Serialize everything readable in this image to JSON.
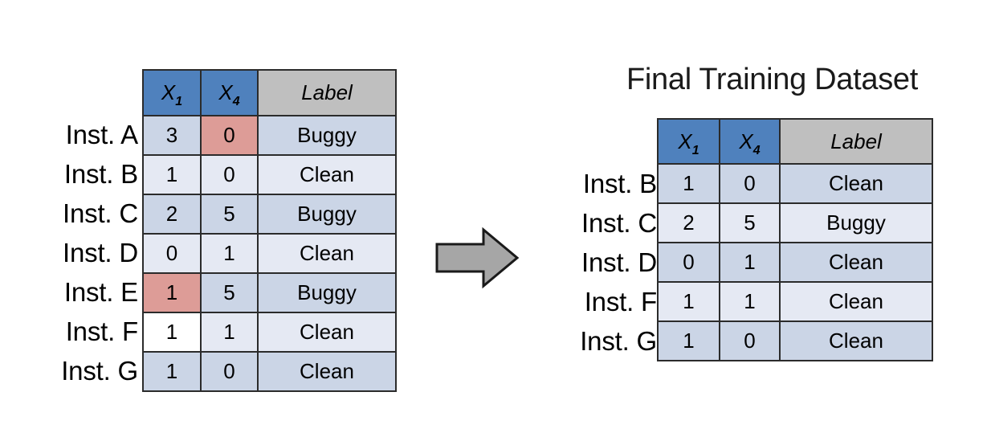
{
  "figure": {
    "arrow_icon": "right-block-arrow",
    "arrow_color": "#a6a6a6",
    "arrow_outline": "#1a1a1a"
  },
  "colors": {
    "header_variable_bg": "#4f81bd",
    "header_label_bg": "#bfbfbf",
    "row_dark": "#cbd5e6",
    "row_light": "#e5e9f3",
    "row_white": "#ffffff",
    "highlight_red": "#dd9c97",
    "border": "#2b2b2b"
  },
  "left_table": {
    "title": "",
    "columns": [
      {
        "name": "X",
        "subscript": "1",
        "style": "variable"
      },
      {
        "name": "X",
        "subscript": "4",
        "style": "variable"
      },
      {
        "name": "Label",
        "subscript": "",
        "style": "label"
      }
    ],
    "rows": [
      {
        "label": "Inst.  A",
        "x1": "3",
        "x4": "0",
        "result": "Buggy",
        "x1_fill": "dark",
        "x4_fill": "red",
        "result_fill": "dark",
        "bold": true
      },
      {
        "label": "Inst. B",
        "x1": "1",
        "x4": "0",
        "result": "Clean",
        "x1_fill": "light",
        "x4_fill": "light",
        "result_fill": "light",
        "bold": false
      },
      {
        "label": "Inst. C",
        "x1": "2",
        "x4": "5",
        "result": "Buggy",
        "x1_fill": "dark",
        "x4_fill": "dark",
        "result_fill": "dark",
        "bold": true
      },
      {
        "label": "Inst. D",
        "x1": "0",
        "x4": "1",
        "result": "Clean",
        "x1_fill": "light",
        "x4_fill": "light",
        "result_fill": "light",
        "bold": false
      },
      {
        "label": "Inst. E",
        "x1": "1",
        "x4": "5",
        "result": "Buggy",
        "x1_fill": "red",
        "x4_fill": "dark",
        "result_fill": "dark",
        "bold": true
      },
      {
        "label": "Inst. F",
        "x1": "1",
        "x4": "1",
        "result": "Clean",
        "x1_fill": "white",
        "x4_fill": "light",
        "result_fill": "light",
        "bold": false
      },
      {
        "label": "Inst. G",
        "x1": "1",
        "x4": "0",
        "result": "Clean",
        "x1_fill": "dark",
        "x4_fill": "dark",
        "result_fill": "dark",
        "bold": false
      }
    ]
  },
  "right_table": {
    "title": "Final Training Dataset",
    "columns": [
      {
        "name": "X",
        "subscript": "1",
        "style": "variable"
      },
      {
        "name": "X",
        "subscript": "4",
        "style": "variable"
      },
      {
        "name": "Label",
        "subscript": "",
        "style": "label"
      }
    ],
    "rows": [
      {
        "label": "Inst. B",
        "x1": "1",
        "x4": "0",
        "result": "Clean",
        "x1_fill": "dark",
        "x4_fill": "dark",
        "result_fill": "dark",
        "bold": false
      },
      {
        "label": "Inst. C",
        "x1": "2",
        "x4": "5",
        "result": "Buggy",
        "x1_fill": "light",
        "x4_fill": "light",
        "result_fill": "light",
        "bold": true
      },
      {
        "label": "Inst. D",
        "x1": "0",
        "x4": "1",
        "result": "Clean",
        "x1_fill": "dark",
        "x4_fill": "dark",
        "result_fill": "dark",
        "bold": false
      },
      {
        "label": "Inst. F",
        "x1": "1",
        "x4": "1",
        "result": "Clean",
        "x1_fill": "light",
        "x4_fill": "light",
        "result_fill": "light",
        "bold": false
      },
      {
        "label": "Inst. G",
        "x1": "1",
        "x4": "0",
        "result": "Clean",
        "x1_fill": "dark",
        "x4_fill": "dark",
        "result_fill": "dark",
        "bold": false
      }
    ]
  }
}
